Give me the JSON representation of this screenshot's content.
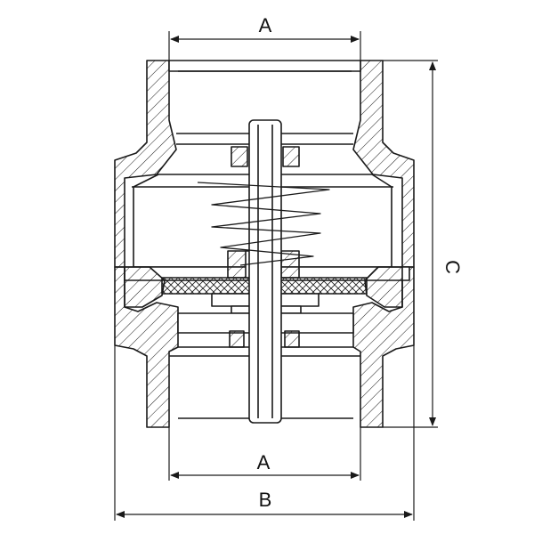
{
  "diagram": {
    "dimension_labels": {
      "top_width": "A",
      "bottom_width": "A",
      "overall_width": "B",
      "overall_height": "C"
    },
    "line_color": "#1a1a1a",
    "fill_color": "#ffffff",
    "hatch_color": "#1a1a1a"
  }
}
